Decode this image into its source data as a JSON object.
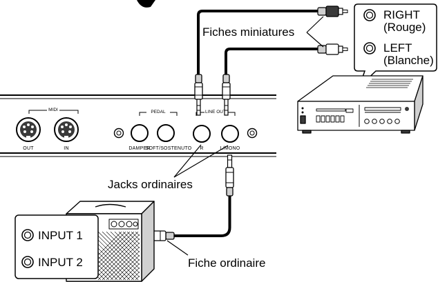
{
  "piano_panel": {
    "midi_group_label": "MIDI",
    "midi_out_label": "OUT",
    "midi_in_label": "IN",
    "pedal_group_label": "PEDAL",
    "damper_label": "DAMPER",
    "soft_sostenuto_label": "SOFT/SOSTENUTO",
    "line_out_group_label": "LINE OUT",
    "line_out_r_label": "R",
    "line_out_l_mono_label": "L/MONO"
  },
  "stereo_callout": {
    "right_label": "RIGHT",
    "right_color": "(Rouge)",
    "left_label": "LEFT",
    "left_color": "(Blanche)"
  },
  "amp_callout": {
    "input1_label": "INPUT 1",
    "input2_label": "INPUT 2"
  },
  "annotations": {
    "mini_plugs": "Fiches miniatures",
    "standard_jacks": "Jacks ordinaires",
    "standard_plug": "Fiche ordinaire"
  },
  "colors": {
    "line": "#000000",
    "fill_light": "#ffffff",
    "fill_gray": "#d0d0d0",
    "fill_dark": "#3a3a3a"
  }
}
